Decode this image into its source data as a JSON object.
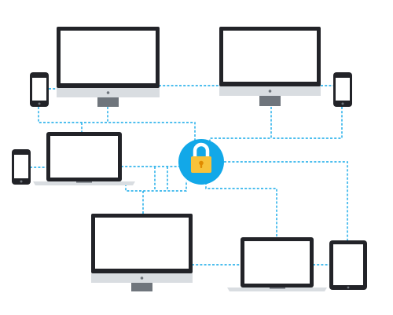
{
  "colors": {
    "accent": "#12a8e8",
    "device_frame": "#222328",
    "screen": "#ffffff",
    "stand_light": "#d9dde1",
    "stand_dark": "#6f757c",
    "lock_body": "#f7c23a",
    "lock_shackle": "#ffffff",
    "keyhole": "#e08a00"
  },
  "diagram": {
    "hub": {
      "icon": "padlock-icon"
    },
    "devices": [
      {
        "id": "monitor-top-left",
        "type": "desktop-monitor",
        "icon": "desktop-monitor-icon"
      },
      {
        "id": "monitor-top-right",
        "type": "desktop-monitor",
        "icon": "desktop-monitor-icon"
      },
      {
        "id": "phone-left",
        "type": "smartphone",
        "icon": "smartphone-icon"
      },
      {
        "id": "phone-right",
        "type": "smartphone",
        "icon": "smartphone-icon"
      },
      {
        "id": "laptop-left",
        "type": "laptop",
        "icon": "laptop-icon"
      },
      {
        "id": "phone-far-left",
        "type": "smartphone",
        "icon": "smartphone-icon"
      },
      {
        "id": "monitor-bottom",
        "type": "desktop-monitor",
        "icon": "desktop-monitor-icon"
      },
      {
        "id": "laptop-bottom-right",
        "type": "laptop",
        "icon": "laptop-icon"
      },
      {
        "id": "tablet-right",
        "type": "tablet",
        "icon": "tablet-icon"
      }
    ]
  }
}
